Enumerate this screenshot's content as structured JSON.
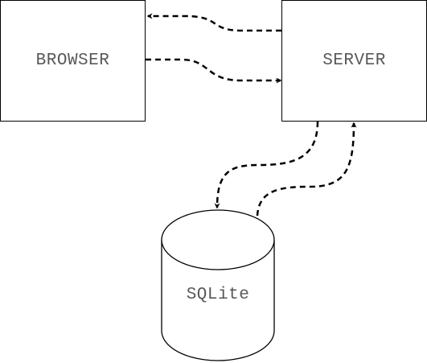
{
  "nodes": {
    "browser": {
      "label": "BROWSER"
    },
    "server": {
      "label": "SERVER"
    },
    "database": {
      "label": "SQLite"
    }
  },
  "edges": [
    {
      "from": "server",
      "to": "browser",
      "style": "dashed",
      "arrow": "end"
    },
    {
      "from": "browser",
      "to": "server",
      "style": "dashed",
      "arrow": "end"
    },
    {
      "from": "server",
      "to": "database",
      "style": "dashed",
      "arrow": "end"
    },
    {
      "from": "database",
      "to": "server",
      "style": "dashed",
      "arrow": "end"
    }
  ],
  "colors": {
    "stroke": "#000000",
    "label": "#595959",
    "background": "#ffffff"
  }
}
